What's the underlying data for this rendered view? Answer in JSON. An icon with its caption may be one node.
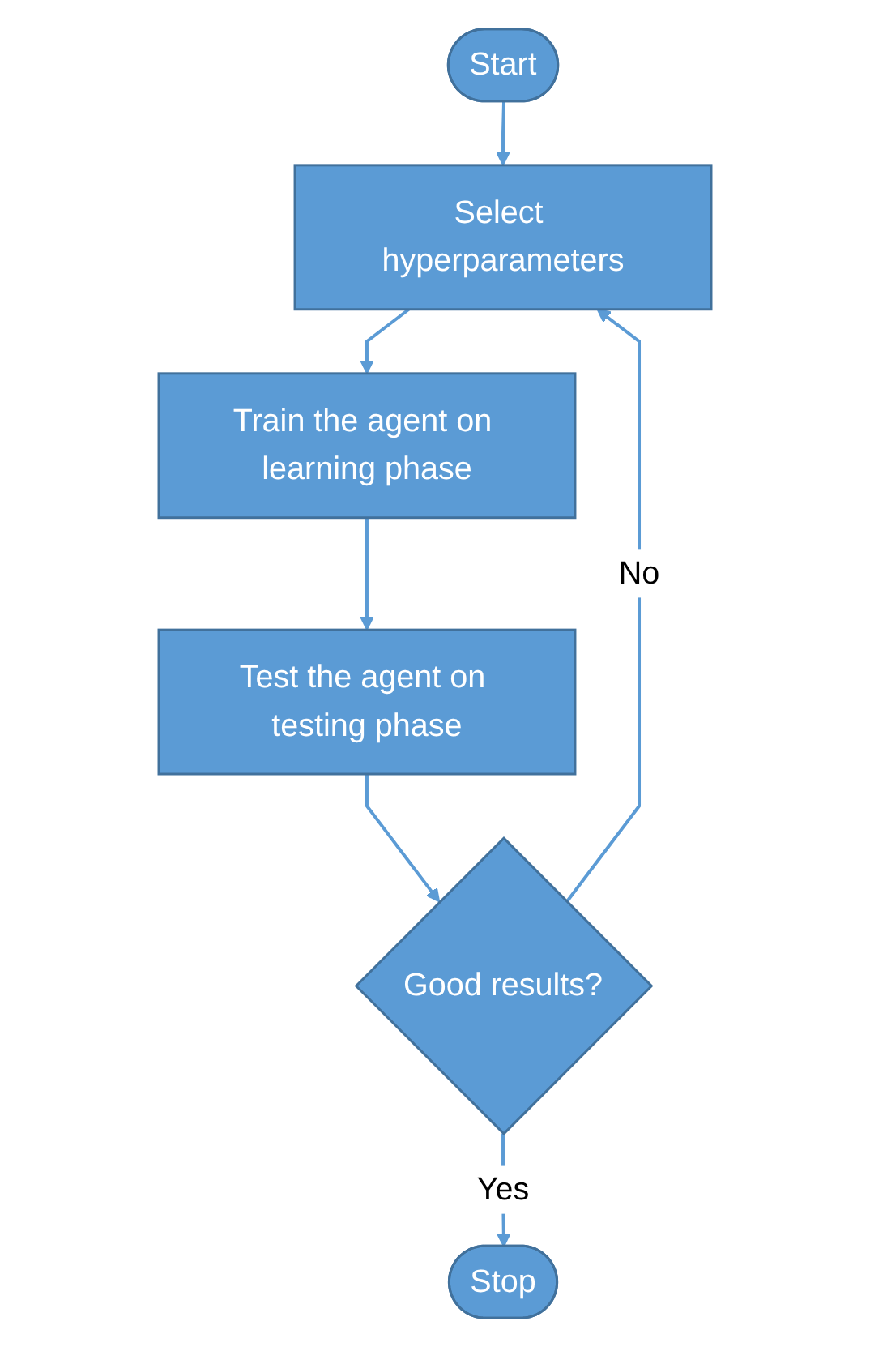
{
  "diagram": {
    "nodes": [
      {
        "text": [
          "Start"
        ]
      },
      {
        "text": [
          "Select hyperparameters"
        ]
      },
      {
        "text": [
          "Train the agent on learning phase"
        ]
      },
      {
        "text": [
          "Test the agent on testing phase"
        ]
      },
      {
        "text": [
          "Good results?"
        ]
      },
      {
        "text": [
          "Stop"
        ]
      }
    ],
    "edges": [
      {
        "from": 0,
        "to": 1,
        "arrow": "to"
      },
      {
        "from": 1,
        "to": 2,
        "arrow": "to"
      },
      {
        "from": 2,
        "to": 3,
        "arrow": "to"
      },
      {
        "from": 3,
        "to": 4,
        "arrow": "to"
      },
      {
        "from": 4,
        "to": 1,
        "arrow": "to",
        "label": "No"
      },
      {
        "from": 4,
        "to": 5,
        "arrow": "to",
        "label": "Yes"
      }
    ]
  }
}
